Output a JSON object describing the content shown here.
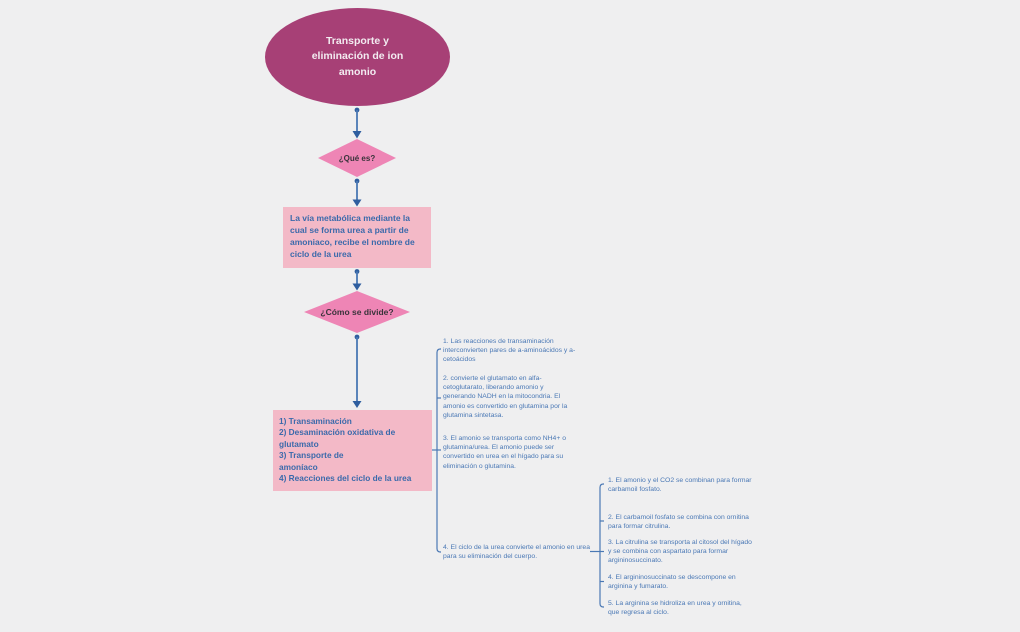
{
  "colors": {
    "background": "#efeff0",
    "ellipse_fill": "#a74076",
    "ellipse_text": "#f3ecf1",
    "diamond_fill": "#ee85b5",
    "diamond_text": "#38333a",
    "box_fill": "#f3b9c7",
    "box_text": "#3b6aab",
    "note_text": "#4a78b5",
    "connector": "#4a78b4",
    "arrow_marker": "#2f5e9f"
  },
  "nodes": {
    "title": "Transporte y\neliminación de ion\namonio",
    "q1": "¿Qué es?",
    "a1": "La vía metabólica mediante la cual se forma urea a partir de amoniaco, recibe el nombre de ciclo de la urea",
    "q2": "¿Cómo se divide?",
    "a2": "1) Transaminación\n2) Desaminación oxidativa de glutamato\n3) Transporte de\namoníaco\n4) Reacciones del ciclo de la urea"
  },
  "branch1": {
    "items": [
      "1. Las reacciones de transaminación interconvierten pares de a-aminoácidos y a-cetoácidos",
      "2.  convierte el glutamato en alfa-cetoglutarato, liberando amonio y generando NADH en la mitocondria. El amonio es convertido en glutamina por la glutamina sintetasa.",
      "3. El amonio se transporta como NH4+ o glutamina/urea. El amonio puede ser convertido en urea en el hígado para su eliminación o glutamina.",
      "4. El ciclo de la urea convierte el amonio en urea para su eliminación del cuerpo."
    ]
  },
  "branch2": {
    "items": [
      "1. El amonio y el CO2 se combinan para formar carbamoil fosfato.",
      "2. El carbamoil fosfato se combina con ornitina para formar citrulina.",
      "3. La citrulina se transporta al citosol del hígado y se combina con aspartato para formar argininosuccinato.",
      "4. El argininosuccinato se descompone en arginina y fumarato.",
      "5. La arginina se hidroliza en urea y ornitina, que regresa al ciclo."
    ]
  }
}
